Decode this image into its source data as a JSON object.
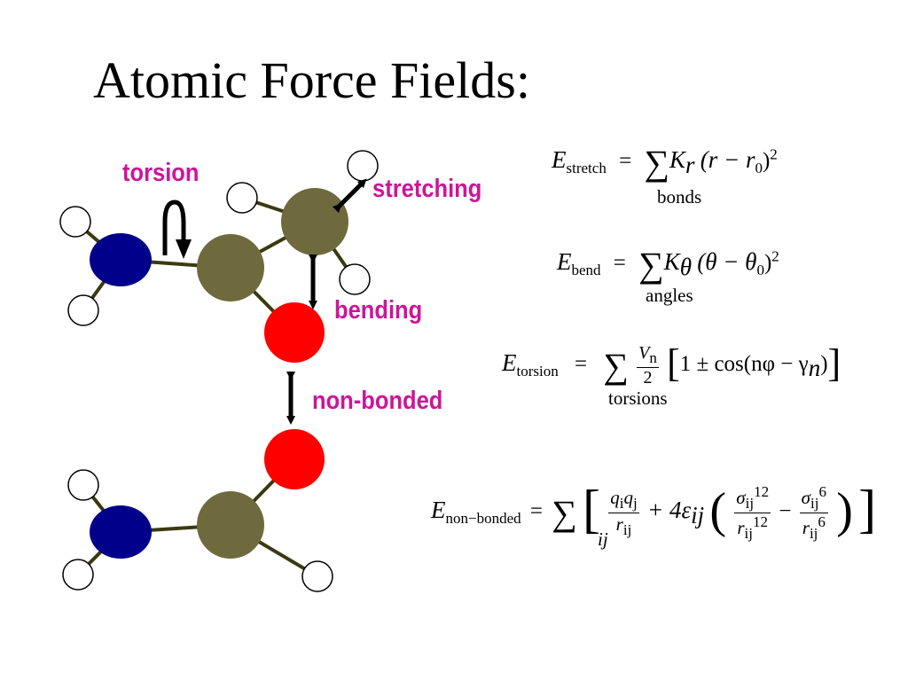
{
  "title": "Atomic Force Fields:",
  "colors": {
    "label": "#cc1599",
    "nitrogen": "#00008b",
    "carbon": "#6e6a3e",
    "oxygen": "#ff0000",
    "hydrogen": "#ffffff",
    "bond": "#3a3a12"
  },
  "labels": {
    "torsion": "torsion",
    "stretching": "stretching",
    "bending": "bending",
    "non_bonded": "non-bonded"
  },
  "equations": {
    "stretch": {
      "E": "E",
      "sub": "stretch",
      "eq": "=",
      "K": "K",
      "K_sub": "r",
      "expr": "(r − r",
      "zero": "0",
      "close": ")",
      "pow": "2",
      "under": "bonds"
    },
    "bend": {
      "E": "E",
      "sub": "bend",
      "eq": "=",
      "K": "K",
      "K_sub": "θ",
      "expr": "(θ − θ",
      "zero": "0",
      "close": ")",
      "pow": "2",
      "under": "angles"
    },
    "torsion": {
      "E": "E",
      "sub": "torsion",
      "eq": "=",
      "num": "V",
      "num_sub": "n",
      "den": "2",
      "open": "[",
      "body": "1 ± cos(nφ − γ",
      "n": "n",
      "tail": ")",
      "close": "]",
      "under": "torsions"
    },
    "nonbonded": {
      "E": "E",
      "sub": "non−bonded",
      "eq": "=",
      "under": "ij",
      "q_num": "q",
      "qi": "i",
      "qj": "j",
      "r": "r",
      "rij": "ij",
      "plus4": "+ 4ε",
      "eps_sub": "ij",
      "sigma": "σ",
      "s_sub": "ij",
      "p12": "12",
      "p6": "6",
      "minus": "−"
    }
  }
}
